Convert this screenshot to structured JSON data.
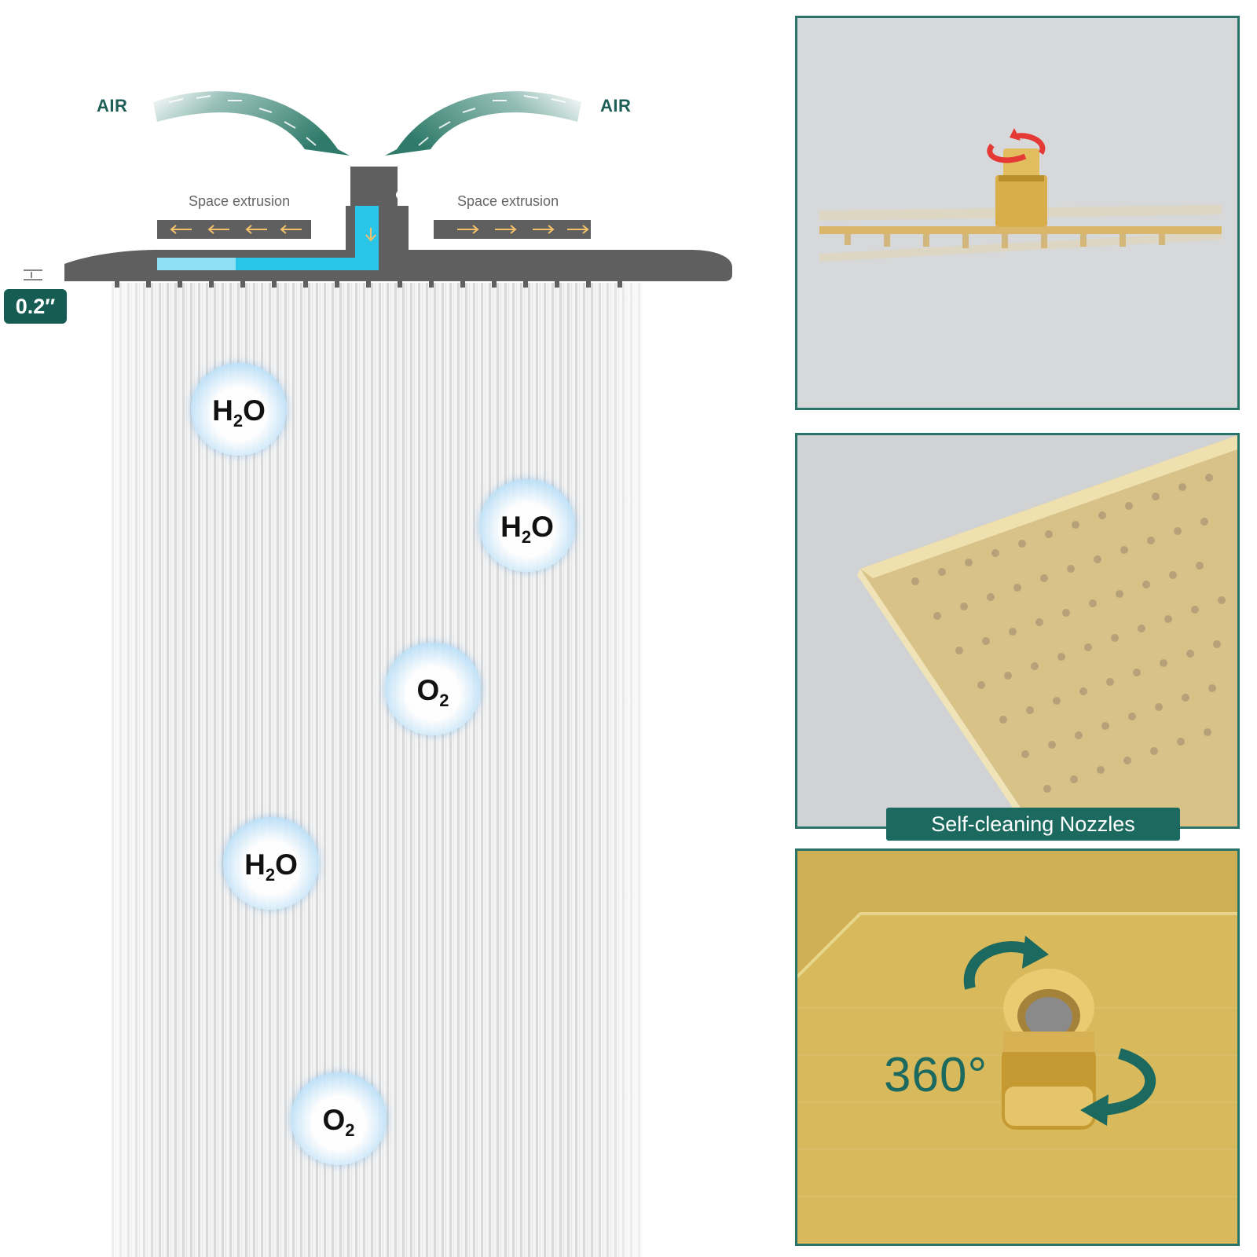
{
  "diagram": {
    "air_left": "AIR",
    "air_right": "AIR",
    "space_left": "Space extrusion",
    "space_right": "Space extrusion",
    "thickness": "0.2″",
    "bubbles": [
      {
        "base": "H",
        "sub": "2",
        "tail": "O"
      },
      {
        "base": "H",
        "sub": "2",
        "tail": "O"
      },
      {
        "base": "O",
        "sub": "2",
        "tail": ""
      },
      {
        "base": "H",
        "sub": "2",
        "tail": "O"
      },
      {
        "base": "O",
        "sub": "2",
        "tail": ""
      }
    ]
  },
  "panels": {
    "nozzles_caption": "Self-cleaning Nozzles",
    "rotation_label": "360°"
  },
  "colors": {
    "accent_teal": "#1c6a5f",
    "gold": "#d8b95c",
    "water_blue": "#29c6ea",
    "shower_grey": "#5f5f60"
  }
}
